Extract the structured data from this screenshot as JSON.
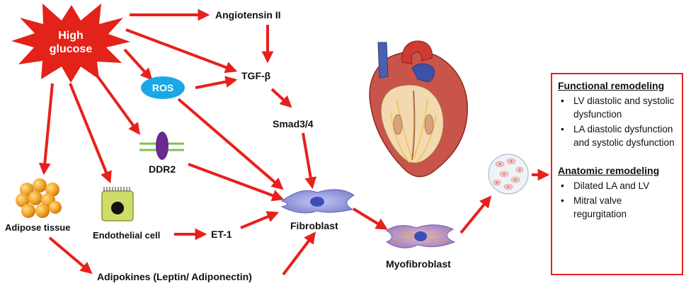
{
  "nodes": {
    "high_glucose": "High glucose",
    "angiotensin": "Angiotensin II",
    "tgf": "TGF-β",
    "ros": "ROS",
    "smad": "Smad3/4",
    "ddr2": "DDR2",
    "adipose": "Adipose tissue",
    "endothelial": "Endothelial cell",
    "et1": "ET-1",
    "fibroblast": "Fibroblast",
    "myofibroblast": "Myofibroblast",
    "adipokines": "Adipokines (Leptin/ Adiponectin)"
  },
  "outcomes": {
    "functional": {
      "title": "Functional remodeling",
      "items": [
        "LV diastolic and systolic dysfunction",
        "LA diastolic dysfunction and systolic dysfunction"
      ]
    },
    "anatomic": {
      "title": "Anatomic remodeling",
      "items": [
        "Dilated LA and LV",
        "Mitral valve regurgitation"
      ]
    }
  },
  "colors": {
    "arrow": "#e8201c",
    "star": "#e32219",
    "ros": "#1aa7e6",
    "ddr2_protein": "#6a2a8f",
    "membrane": "#7dc24a",
    "fibroblast": "#8b8fd6",
    "adipose": "#f2a32a",
    "endothelial": "#cfdc6a",
    "box_border": "#e8201c"
  }
}
